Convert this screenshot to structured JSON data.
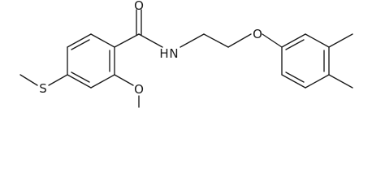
{
  "atom_labels": {
    "carbonyl_oxygen": "O",
    "amide_nitrogen": "N",
    "amide_hydrogen": "H",
    "ether_oxygen": "O",
    "methoxy_oxygen": "O",
    "sulfur": "S"
  }
}
